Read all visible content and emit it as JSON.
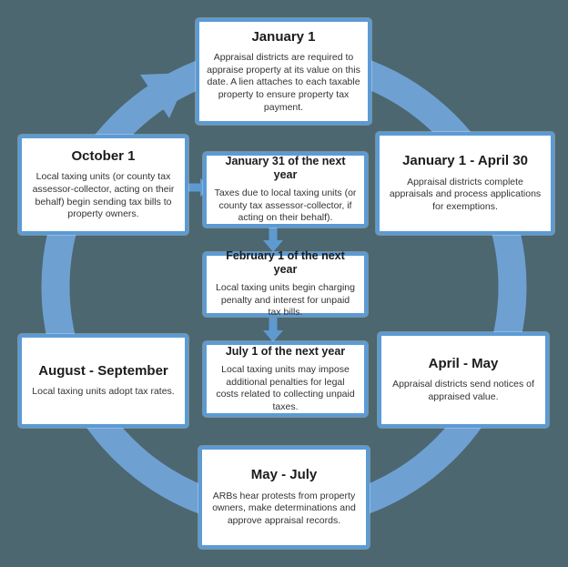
{
  "background_color": "#4C6770",
  "ring": {
    "color": "#6FA0D2",
    "direction_icon": "clockwise-arrowhead"
  },
  "connector_arrow_color": "#5E9AD0",
  "box_style": {
    "border_color": "#5B9BD5",
    "fill_color": "#FFFFFF"
  },
  "boxes": [
    {
      "id": "jan1",
      "heading": "January 1",
      "body": "Appraisal districts are required to appraise property at its value on this date. A lien attaches to each taxable property to ensure property tax payment."
    },
    {
      "id": "jan31-next-year",
      "heading": "January 31 of the next year",
      "body": "Taxes due to local taxing units (or county tax assessor-collector, if acting on their behalf)."
    },
    {
      "id": "feb1-next-year",
      "heading": "February 1 of the next year",
      "body": "Local taxing units begin charging penalty and interest for unpaid tax bills."
    },
    {
      "id": "jul1-next-year",
      "heading": "July 1 of the next year",
      "body": "Local taxing units may impose additional penalties for legal costs related to collecting unpaid taxes."
    },
    {
      "id": "jan1-apr30",
      "heading": "January 1 - April 30",
      "body": "Appraisal districts complete appraisals and process applications for exemptions."
    },
    {
      "id": "apr-may",
      "heading": "April - May",
      "body": "Appraisal districts send notices of appraised value."
    },
    {
      "id": "may-jul",
      "heading": "May - July",
      "body": "ARBs hear protests from property owners, make determinations and approve appraisal records."
    },
    {
      "id": "aug-sep",
      "heading": "August - September",
      "body": "Local taxing units adopt tax rates."
    },
    {
      "id": "oct1",
      "heading": "October 1",
      "body": "Local taxing units (or county tax assessor-collector, acting on their behalf) begin sending tax bills to property owners."
    }
  ]
}
